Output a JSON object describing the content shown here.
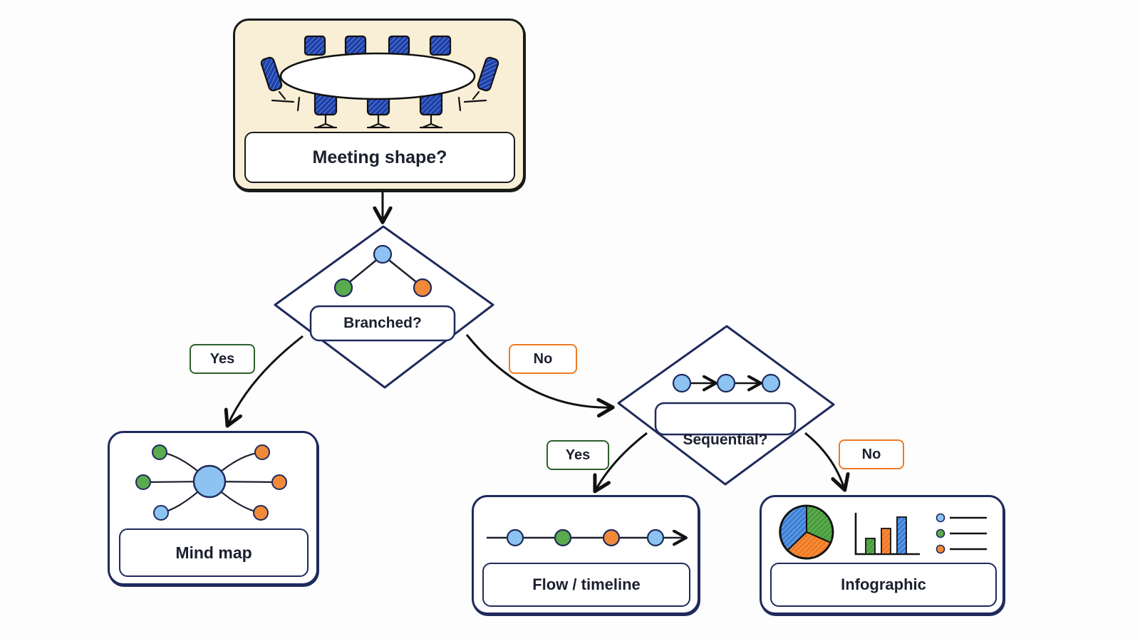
{
  "nodes": {
    "meeting_shape": {
      "label": "Meeting shape?"
    },
    "branched": {
      "label": "Branched?"
    },
    "sequential": {
      "label": "Sequential?"
    },
    "mind_map": {
      "label": "Mind map"
    },
    "flow_timeline": {
      "label": "Flow / timeline"
    },
    "infographic": {
      "label": "Infographic"
    }
  },
  "edges": {
    "branched_yes": "Yes",
    "branched_no": "No",
    "sequential_yes": "Yes",
    "sequential_no": "No"
  },
  "colors": {
    "outline": "#1f2a5c",
    "chair_blue": "#1e40a8",
    "node_blue": "#8cc3f2",
    "node_green": "#5aaa4e",
    "node_orange": "#f08a3a",
    "yes_border": "#2e5f2c",
    "no_border": "#f07a22",
    "top_card_fill": "#f9efd6"
  },
  "icons": [
    "conference-table-icon",
    "branch-icon",
    "sequence-icon",
    "mind-map-icon",
    "timeline-icon",
    "pie-chart-icon",
    "bar-chart-icon",
    "legend-list-icon"
  ]
}
